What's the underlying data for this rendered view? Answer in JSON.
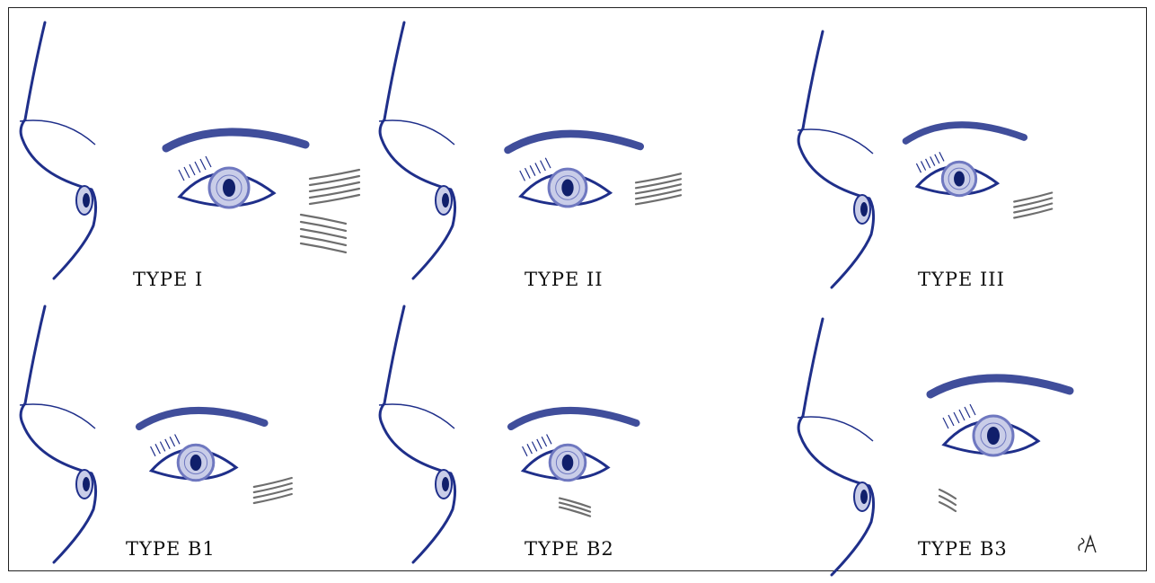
{
  "colors": {
    "ink": "#1f2f8a",
    "iris": "#6f78c0",
    "iris_light": "#c9cde8",
    "pupil": "#101f6b",
    "wrinkle": "#555555",
    "frame": "#222222"
  },
  "panels": [
    {
      "label": "TYPE I",
      "wrinkles": "upper-and-lower"
    },
    {
      "label": "TYPE II",
      "wrinkles": "upper"
    },
    {
      "label": "TYPE III",
      "wrinkles": "lower"
    },
    {
      "label": "TYPE B1",
      "wrinkles": "lower"
    },
    {
      "label": "TYPE B2",
      "wrinkles": "below-eye"
    },
    {
      "label": "TYPE B3",
      "wrinkles": "below-inner-corner"
    }
  ],
  "signature": {
    "text": "SA",
    "render": "handwritten-picture"
  }
}
